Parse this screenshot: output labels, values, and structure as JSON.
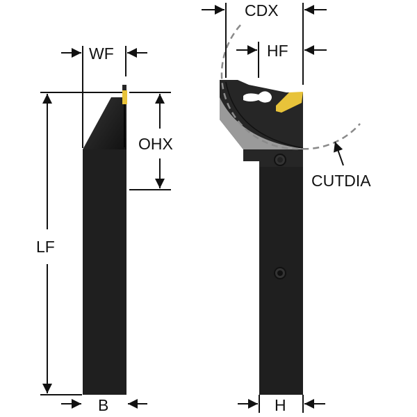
{
  "labels": {
    "wf": "WF",
    "ohx": "OHX",
    "lf": "LF",
    "b": "B",
    "cdx": "CDX",
    "hf": "HF",
    "cutdia": "CUTDIA",
    "h": "H"
  },
  "colors": {
    "body": "#1f1f1f",
    "head_gray": "#9a9a9a",
    "insert": "#e8c33a",
    "line": "#111111",
    "dashed_circle": "#8a8a8a"
  }
}
